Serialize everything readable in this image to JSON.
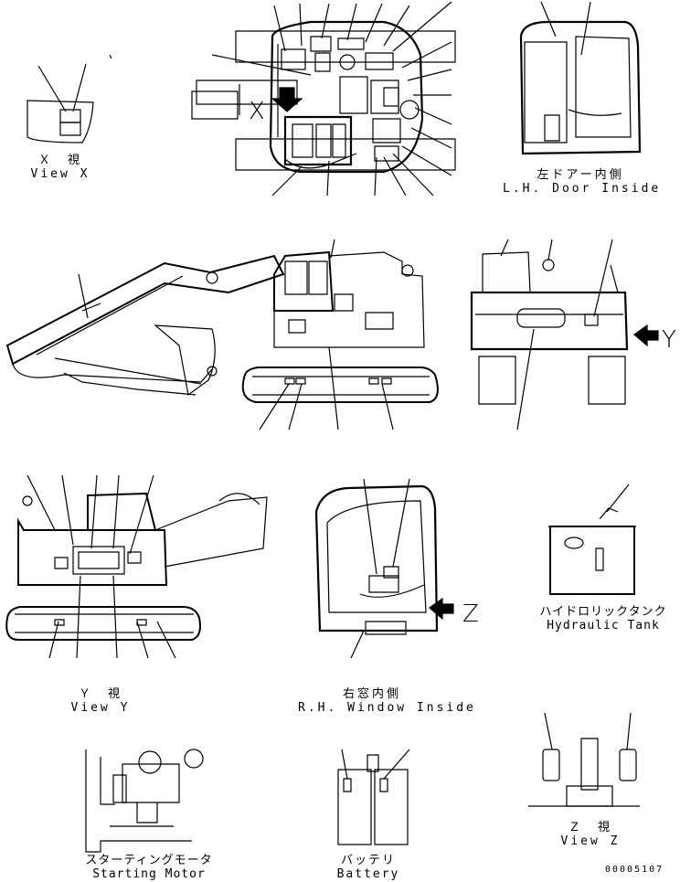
{
  "views": {
    "view_x": {
      "jp": "Ｘ　視",
      "en": "View X"
    },
    "lh_door": {
      "jp": "左ドアー内側",
      "en": "L.H. Door Inside"
    },
    "view_y": {
      "jp": "Ｙ　視",
      "en": "View Y"
    },
    "rh_window": {
      "jp": "右窓内側",
      "en": "R.H. Window Inside"
    },
    "hydraulic_tank": {
      "jp": "ハイドロリックタンク",
      "en": "Hydraulic Tank"
    },
    "starting_motor": {
      "jp": "スターティングモータ",
      "en": "Starting Motor"
    },
    "battery": {
      "jp": "バッテリ",
      "en": "Battery"
    },
    "view_z": {
      "jp": "Ｚ　視",
      "en": "View Z"
    }
  },
  "markers": {
    "x": "X",
    "y": "Y",
    "z": "Z"
  },
  "drawing_code": "00005107"
}
